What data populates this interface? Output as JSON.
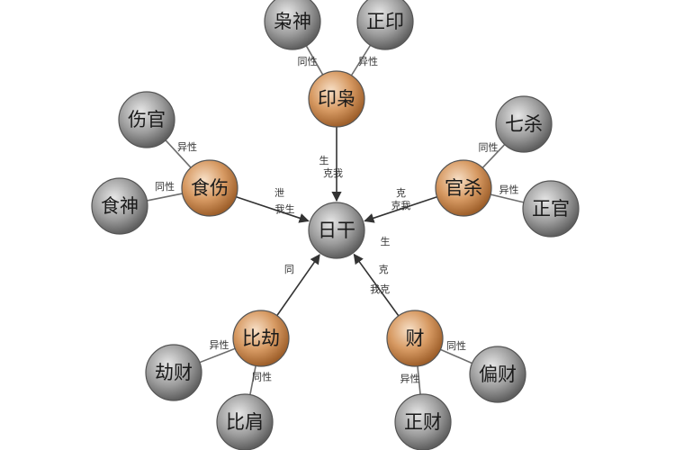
{
  "center": {
    "label": "日干",
    "color": "#8c8c8c"
  },
  "primary": [
    {
      "key": "yin",
      "label": "印枭",
      "color": "#c9824f"
    },
    {
      "key": "guansha",
      "label": "官杀",
      "color": "#c9824f"
    },
    {
      "key": "cai",
      "label": "财",
      "color": "#c9824f"
    },
    {
      "key": "bijie",
      "label": "比劫",
      "color": "#c9824f"
    },
    {
      "key": "shishang",
      "label": "食伤",
      "color": "#c9824f"
    }
  ],
  "secondary": [
    {
      "label": "枭神",
      "parent": "yin",
      "edge": "同性"
    },
    {
      "label": "正印",
      "parent": "yin",
      "edge": "异性"
    },
    {
      "label": "七杀",
      "parent": "guansha",
      "edge": "同性"
    },
    {
      "label": "正官",
      "parent": "guansha",
      "edge": "异性"
    },
    {
      "label": "偏财",
      "parent": "cai",
      "edge": "同性"
    },
    {
      "label": "正财",
      "parent": "cai",
      "edge": "异性"
    },
    {
      "label": "劫财",
      "parent": "bijie",
      "edge": "异性"
    },
    {
      "label": "比肩",
      "parent": "bijie",
      "edge": "同性"
    },
    {
      "label": "伤官",
      "parent": "shishang",
      "edge": "异性"
    },
    {
      "label": "食神",
      "parent": "shishang",
      "edge": "同性"
    }
  ],
  "arrows": [
    {
      "from": "yin",
      "label": "生",
      "sub": "克我"
    },
    {
      "from": "guansha",
      "label": "克",
      "sub": "克我"
    },
    {
      "from": "cai",
      "label": "克",
      "sub": "我克"
    },
    {
      "from": "bijie",
      "label": "同",
      "sub": ""
    },
    {
      "from": "shishang",
      "label": "泄",
      "sub": "我生"
    }
  ],
  "extra_label": "生",
  "colors": {
    "secondary_node": "#8a8a8a",
    "line": "#6d6d6d"
  }
}
